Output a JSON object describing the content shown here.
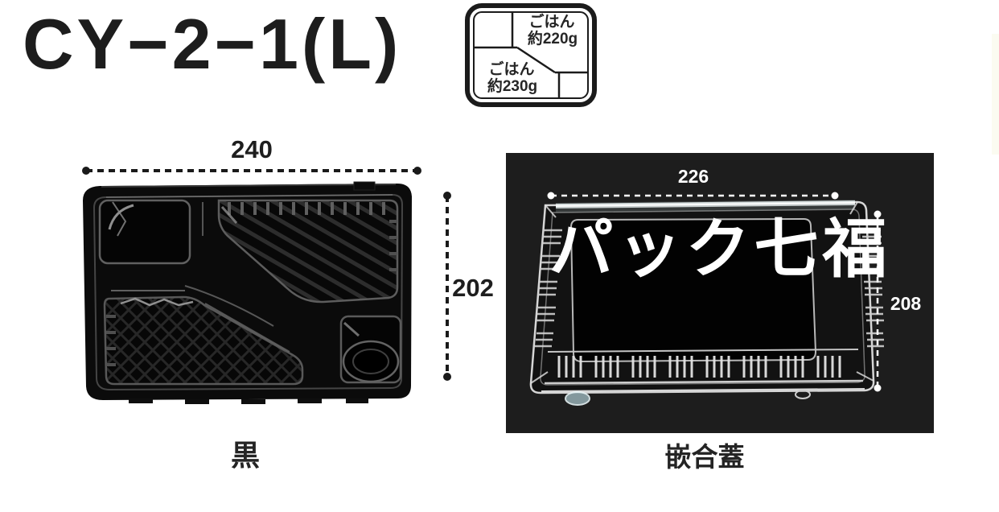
{
  "page": {
    "background": "#ffffff"
  },
  "header": {
    "title": "CY−2−1(L)"
  },
  "compartment_diagram": {
    "labels": [
      {
        "line1": "ごはん",
        "line2": "約220g"
      },
      {
        "line1": "ごはん",
        "line2": "約230g"
      }
    ]
  },
  "left_figure": {
    "width_mm": "240",
    "height_mm": "202",
    "caption": "黒",
    "tray_color": "#0b0b0b",
    "dimension_color": "#1a1a1a"
  },
  "right_figure": {
    "width_mm": "226",
    "height_mm": "208",
    "caption": "嵌合蓋",
    "watermark": "パック七福",
    "panel_color": "#1d1d1d",
    "dimension_color": "#ffffff"
  }
}
